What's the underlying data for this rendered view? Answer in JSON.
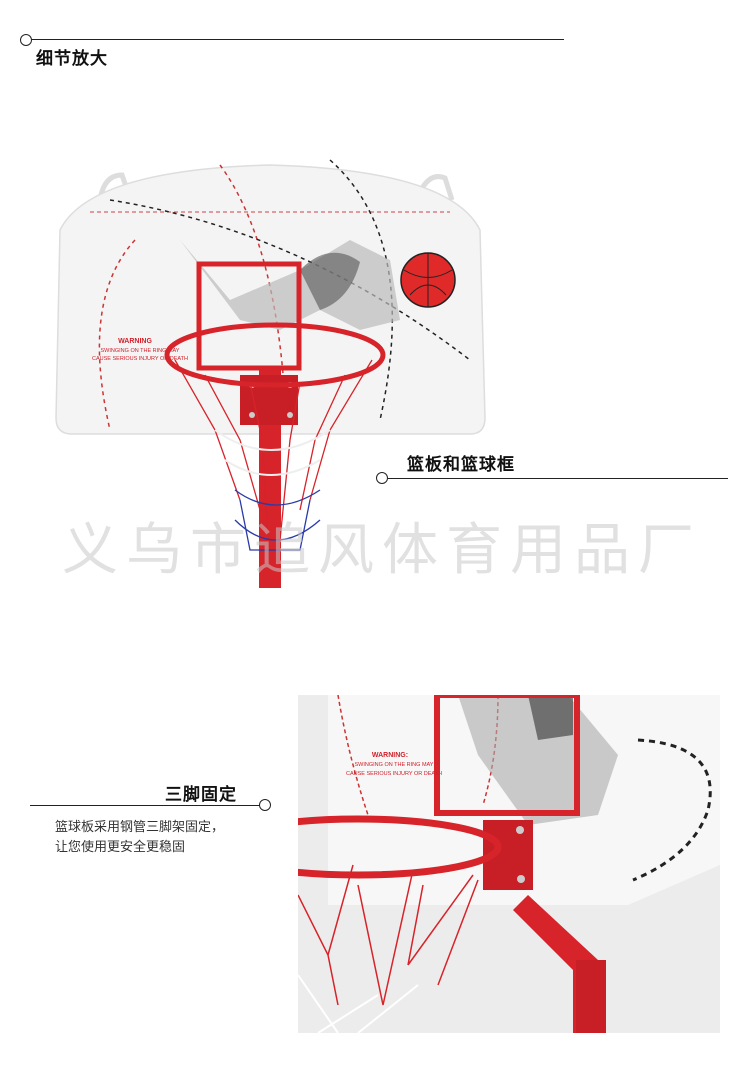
{
  "section1": {
    "heading": "细节放大"
  },
  "section2": {
    "heading": "篮板和篮球框"
  },
  "section3": {
    "heading": "三脚固定",
    "description": "篮球板采用钢管三脚架固定，\n让您使用更安全更稳固"
  },
  "backboard_warning": {
    "title": "WARNING",
    "line1": "SWINGING ON THE RING MAY",
    "line2": "CAUSE SERIOUS INJURY OR DEATH"
  },
  "closeup_warning": {
    "title": "WARNING:",
    "line1": "SWINGING ON THE RING MAY",
    "line2": "CAUSE SERIOUS INJURY OR DEATH"
  },
  "watermark": "义乌市追风体育用品厂",
  "colors": {
    "accent_red": "#d7232a",
    "net_blue": "#2a3aa8",
    "line": "#222222"
  }
}
